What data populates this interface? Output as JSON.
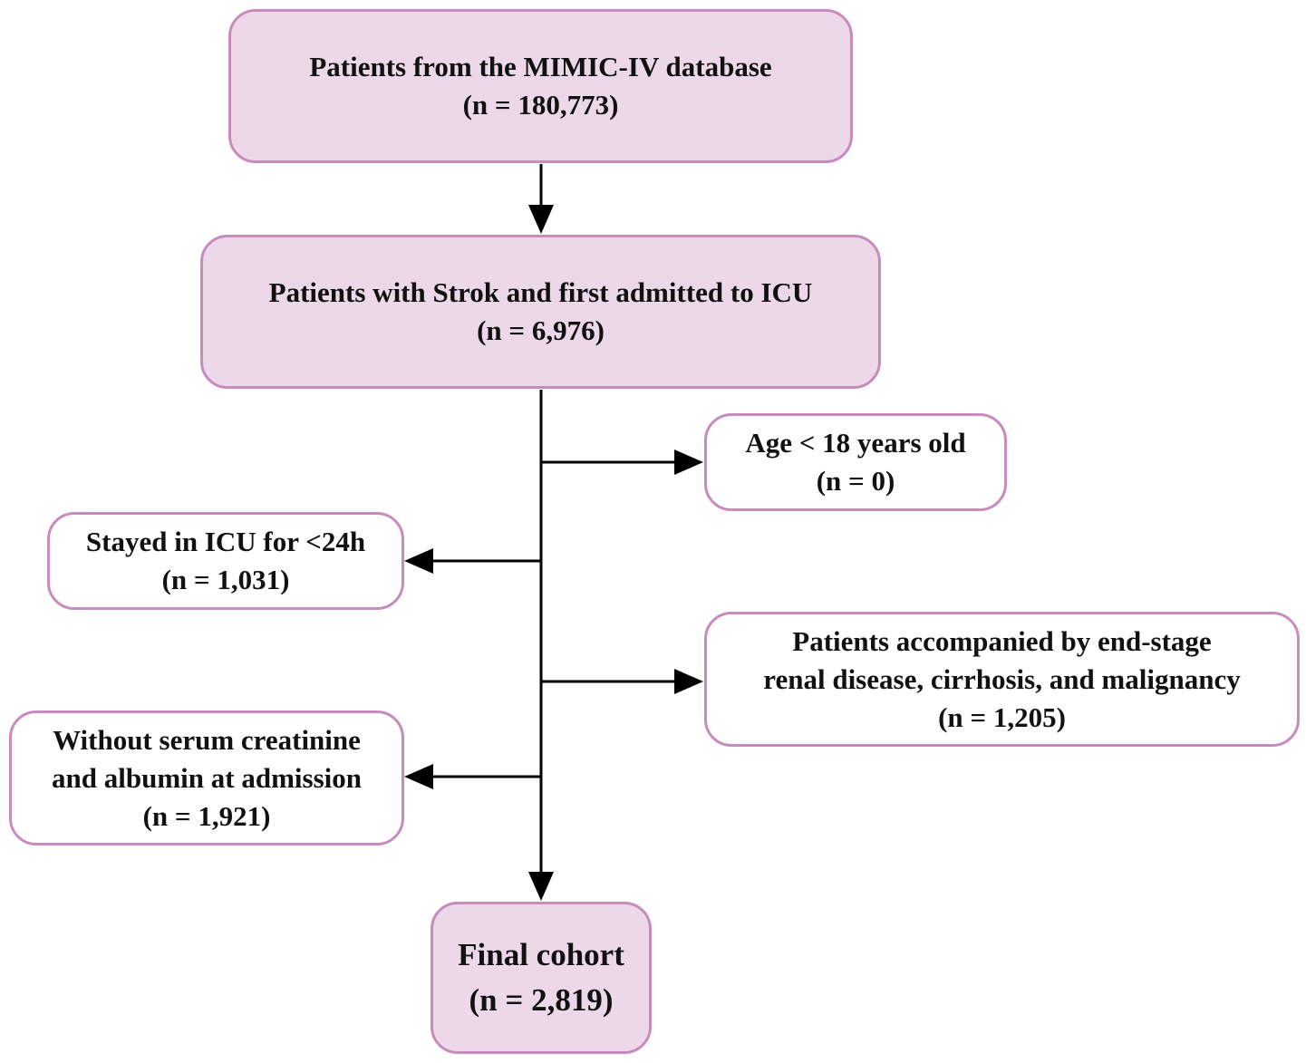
{
  "diagram": {
    "boxes": {
      "source": {
        "lines": [
          "Patients from the MIMIC-IV database",
          "(n = 180,773)"
        ]
      },
      "stroke_icu": {
        "lines": [
          "Patients with Strok and first admitted to ICU",
          "(n = 6,976)"
        ]
      },
      "exclude_age": {
        "lines": [
          "Age < 18 years old",
          "(n = 0)"
        ]
      },
      "exclude_stay": {
        "lines": [
          "Stayed in ICU for <24h",
          "(n = 1,031)"
        ]
      },
      "exclude_comorbid": {
        "lines": [
          "Patients accompanied by end-stage",
          "renal disease, cirrhosis, and malignancy",
          "(n = 1,205)"
        ]
      },
      "exclude_labs": {
        "lines": [
          "Without serum creatinine",
          "and albumin at admission",
          "(n = 1,921)"
        ]
      },
      "final": {
        "lines": [
          "Final cohort",
          "(n = 2,819)"
        ]
      }
    },
    "colors": {
      "main_fill": "#ecd8e9",
      "side_fill": "#ffffff",
      "border": "#c78bbd",
      "arrow": "#000000"
    }
  }
}
